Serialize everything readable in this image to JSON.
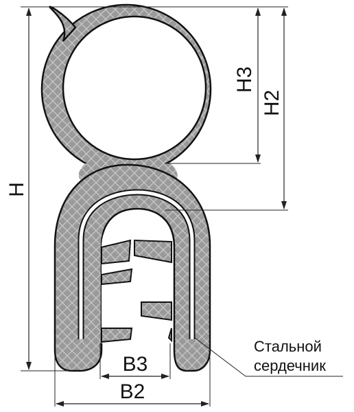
{
  "diagram": {
    "dimensions": {
      "h": "H",
      "h2": "H2",
      "h3": "H3",
      "b2": "B2",
      "b3": "B3"
    },
    "callout": {
      "line1": "Стальной",
      "line2": "сердечник"
    },
    "colors": {
      "profile_fill": "#9a9a9a",
      "outline": "#111111",
      "steel_core": "#ffffff"
    }
  }
}
